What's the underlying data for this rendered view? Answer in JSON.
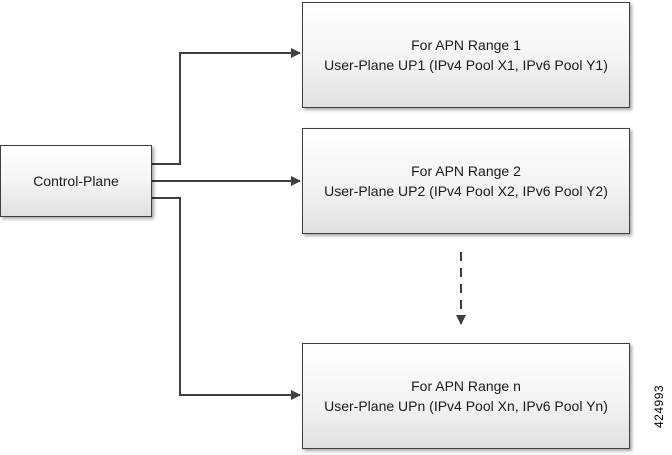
{
  "control_plane": {
    "label": "Control-Plane"
  },
  "user_planes": [
    {
      "range_label": "For APN Range 1",
      "plane_label": "User-Plane UP1 (IPv4 Pool X1, IPv6 Pool Y1)"
    },
    {
      "range_label": "For APN Range 2",
      "plane_label": "User-Plane UP2 (IPv4 Pool X2, IPv6 Pool Y2)"
    },
    {
      "range_label": "For APN Range n",
      "plane_label": "User-Plane UPn (IPv4 Pool Xn, IPv6 Pool Yn)"
    }
  ],
  "figure_id": "424993",
  "colors": {
    "line": "#3f3f3f",
    "border": "#3f3f3f",
    "text": "#1a1a1a"
  }
}
